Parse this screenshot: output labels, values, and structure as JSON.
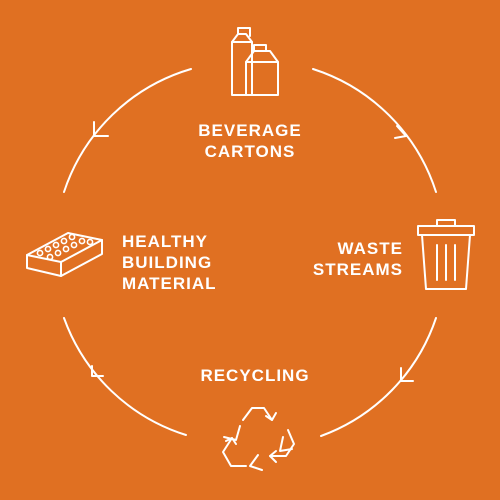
{
  "diagram": {
    "background_color": "#E07022",
    "line_color": "#FFFFFF",
    "nodes": [
      {
        "id": "beverage-cartons",
        "icon": "beverage-cartons-icon",
        "lines": [
          "BEVERAGE",
          "CARTONS"
        ]
      },
      {
        "id": "waste-streams",
        "icon": "trash-can-icon",
        "lines": [
          "WASTE",
          "STREAMS"
        ]
      },
      {
        "id": "recycling",
        "icon": "recycle-icon",
        "lines": [
          "RECYCLING"
        ]
      },
      {
        "id": "healthy-building-material",
        "icon": "brick-icon",
        "lines": [
          "HEALTHY",
          "BUILDING",
          "MATERIAL"
        ]
      }
    ],
    "flow_direction": "clockwise"
  }
}
